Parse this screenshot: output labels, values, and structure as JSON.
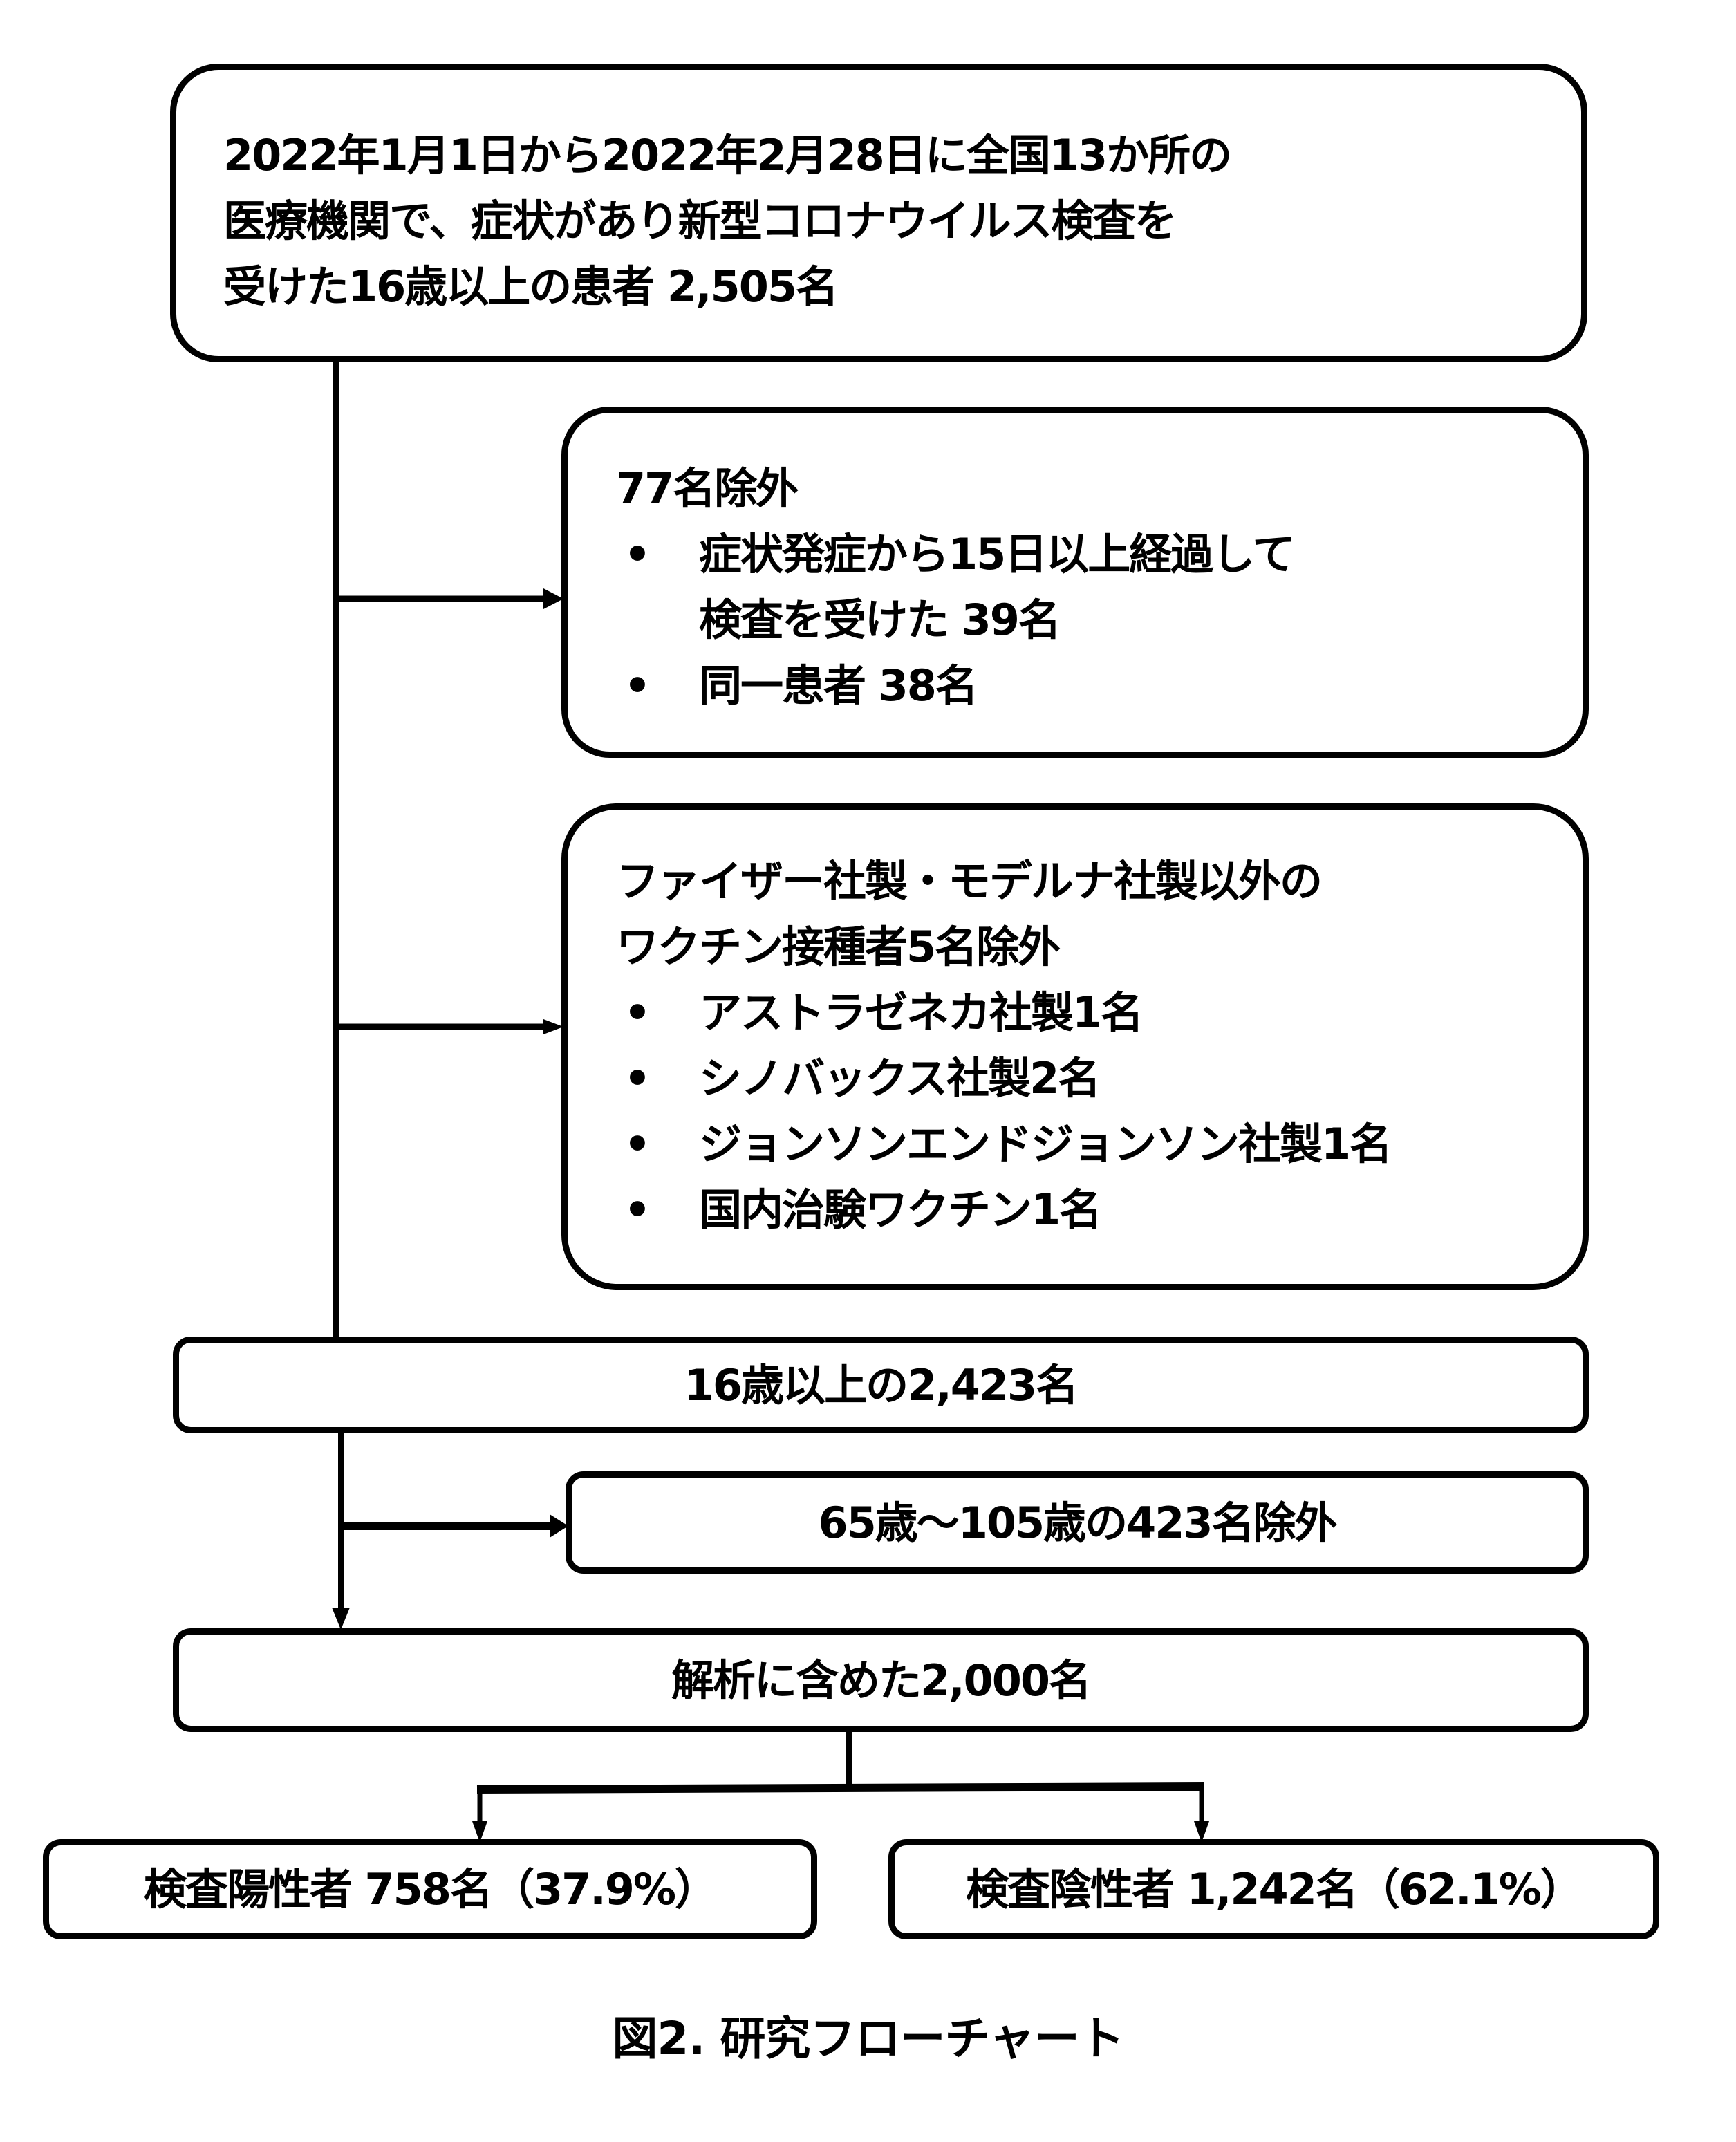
{
  "figure": {
    "caption": "図2. 研究フローチャート"
  },
  "boxes": {
    "enrolled": {
      "lines": [
        "2022年1月1日から2022年2月28日に全国13か所の",
        "医療機関で、症状があり新型コロナウイルス検査を",
        "受けた16歳以上の患者 2,505名"
      ]
    },
    "exclusion_1": {
      "heading": "77名除外",
      "bullet": "•",
      "items": [
        {
          "lines": [
            "症状発症から15日以上経過して",
            "検査を受けた 39名"
          ]
        },
        {
          "lines": [
            "同一患者 38名"
          ]
        }
      ]
    },
    "exclusion_2": {
      "heading_lines": [
        "ファイザー社製・モデルナ社製以外の",
        "ワクチン接種者5名除外"
      ],
      "bullet": "•",
      "items": [
        "アストラゼネカ社製1名",
        "シノバックス社製2名",
        "ジョンソンエンドジョンソン社製1名",
        "国内治験ワクチン1名"
      ]
    },
    "eligible": {
      "text": "16歳以上の2,423名"
    },
    "exclusion_3": {
      "text": "65歳～105歳の423名除外"
    },
    "analyzed": {
      "text": "解析に含めた2,000名"
    },
    "positive": {
      "text": "検査陽性者 758名（37.9%）"
    },
    "negative": {
      "text": "検査陰性者 1,242名（62.1%）"
    }
  },
  "counts": {
    "enrolled": 2505,
    "excluded_first": 77,
    "excluded_late_test": 39,
    "excluded_duplicate": 38,
    "excluded_other_vaccine": 5,
    "eligible": 2423,
    "excluded_age": 423,
    "analyzed": 2000,
    "positive": 758,
    "positive_pct": 37.9,
    "negative": 1242,
    "negative_pct": 62.1
  }
}
